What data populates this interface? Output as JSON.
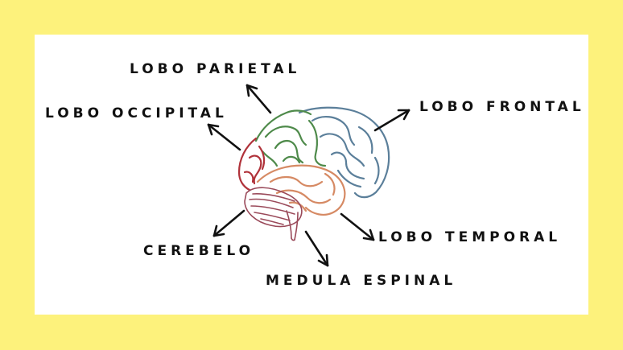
{
  "colors": {
    "background": "#fdf27c",
    "card": "#ffffff",
    "frontal": "#5b7f9a",
    "parietal": "#4e8a4a",
    "occipital": "#b0323a",
    "temporal": "#d68a64",
    "cerebellum": "#9a4a5a",
    "arrow": "#111111"
  },
  "labels": {
    "parietal": "LOBO PARIETAL",
    "occipital": "LOBO OCCIPITAL",
    "frontal": "LOBO FRONTAL",
    "temporal": "LOBO TEMPORAL",
    "cerebelo": "CEREBELO",
    "medula": "MEDULA ESPINAL"
  }
}
